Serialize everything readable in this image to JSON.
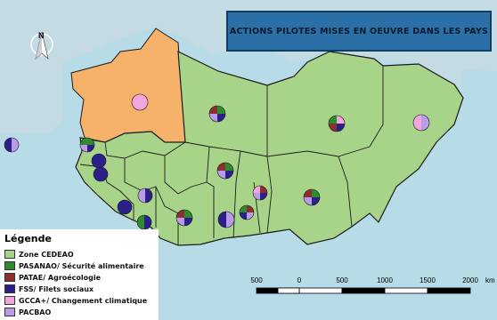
{
  "title": "ACTIONS PILOTES MISES EN OEUVRE DANS LES PAYS",
  "north_label": "N",
  "legend": {
    "title": "Légende",
    "items": [
      {
        "label": "Zone CEDEAO",
        "color": "#a8d48a"
      },
      {
        "label": "PASANAO/ Sécurité alimentaire",
        "color": "#2e8b2e"
      },
      {
        "label": "PATAE/ Agroécologie",
        "color": "#8b2f2f"
      },
      {
        "label": "FSS/ Filets sociaux",
        "color": "#2b1f8a"
      },
      {
        "label": "GCCA+/ Changement climatique",
        "color": "#f3a6de"
      },
      {
        "label": "PACBAO",
        "color": "#b99be8"
      }
    ]
  },
  "scale_bar": {
    "labels": [
      "500",
      "0",
      "500",
      "1000",
      "1500",
      "2000"
    ],
    "unit": "km"
  },
  "colors": {
    "sea": "#b8dbe8",
    "cedeao": "#a8d48a",
    "mauritania": "#f6b26b",
    "border": "#1a1a1a"
  }
}
